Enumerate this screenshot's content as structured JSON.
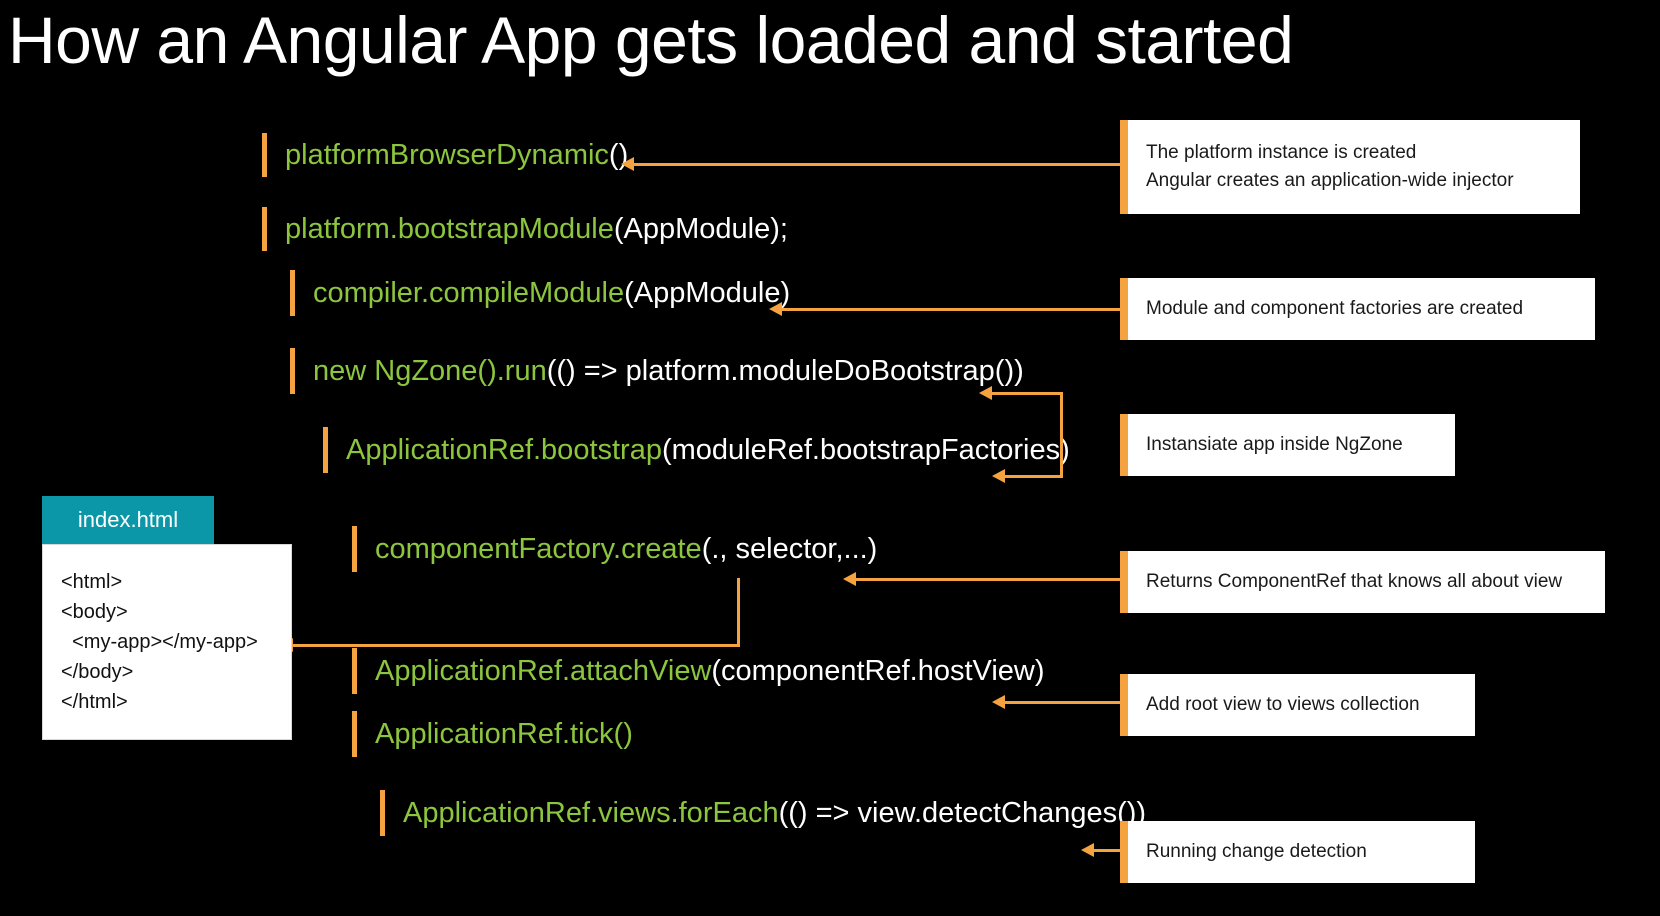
{
  "slide": {
    "title": "How an Angular App gets loaded and started",
    "background_color": "#000000",
    "accent_color": "#F5A341",
    "code_green": "#8CC63F",
    "tab_color": "#0B97A8"
  },
  "code_lines": [
    {
      "id": "platform-browser-dynamic",
      "green": "platformBrowserDynamic",
      "white": "()"
    },
    {
      "id": "bootstrap-module",
      "green": "platform.bootstrapModule",
      "white": "(AppModule);"
    },
    {
      "id": "compile-module",
      "green": "compiler.compileModule",
      "white": "(AppModule)"
    },
    {
      "id": "ngzone-run",
      "green": "new NgZone().run",
      "white": "(() => platform.moduleDoBootstrap())"
    },
    {
      "id": "application-ref-bootstrap",
      "green": "ApplicationRef.bootstrap",
      "white": "(moduleRef.bootstrapFactories)"
    },
    {
      "id": "component-factory-create",
      "green": "componentFactory.create",
      "white": "(., selector,...)"
    },
    {
      "id": "application-ref-attachview",
      "green": "ApplicationRef.attachView",
      "white": "(componentRef.hostView)"
    },
    {
      "id": "application-ref-tick",
      "green": "ApplicationRef.tick()",
      "white": ""
    },
    {
      "id": "views-foreach",
      "green": "ApplicationRef.views.forEach",
      "white": "(() => view.detectChanges())"
    }
  ],
  "callouts": [
    {
      "id": "platform-created",
      "text": "The platform instance is created\nAngular creates an application-wide injector"
    },
    {
      "id": "factories-created",
      "text": "Module and component factories are created"
    },
    {
      "id": "instansiate-ngzone",
      "text": "Instansiate app inside NgZone"
    },
    {
      "id": "component-ref",
      "text": "Returns ComponentRef that knows all about view"
    },
    {
      "id": "attach-root-view",
      "text": "Add root view to views collection"
    },
    {
      "id": "change-detection",
      "text": "Running change detection"
    }
  ],
  "index_html": {
    "tab_label": "index.html",
    "lines": [
      "<html>",
      "<body>",
      "  <my-app></my-app>",
      "</body>",
      "</html>"
    ]
  }
}
